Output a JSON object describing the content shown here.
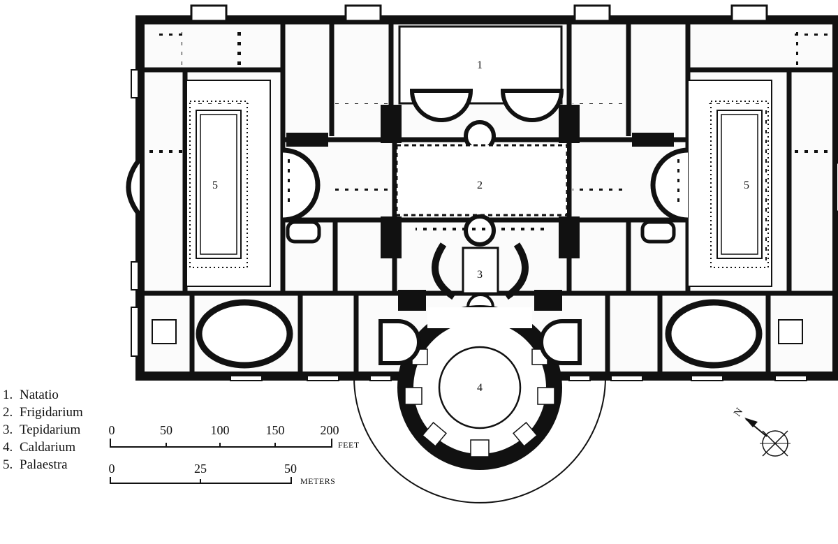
{
  "legend": [
    {
      "num": "1.",
      "label": "Natatio"
    },
    {
      "num": "2.",
      "label": "Frigidarium"
    },
    {
      "num": "3.",
      "label": "Tepidarium"
    },
    {
      "num": "4.",
      "label": "Caldarium"
    },
    {
      "num": "5.",
      "label": "Palaestra"
    }
  ],
  "room_labels": {
    "natatio": "1",
    "frigidarium": "2",
    "tepidarium": "3",
    "caldarium": "4",
    "palaestra_left": "5",
    "palaestra_right": "5"
  },
  "scale_feet": {
    "ticks": [
      "0",
      "50",
      "100",
      "150",
      "200"
    ],
    "unit": "FEET"
  },
  "scale_meters": {
    "ticks": [
      "0",
      "25",
      "50"
    ],
    "unit": "METERS"
  },
  "compass": {
    "letter": "N"
  }
}
